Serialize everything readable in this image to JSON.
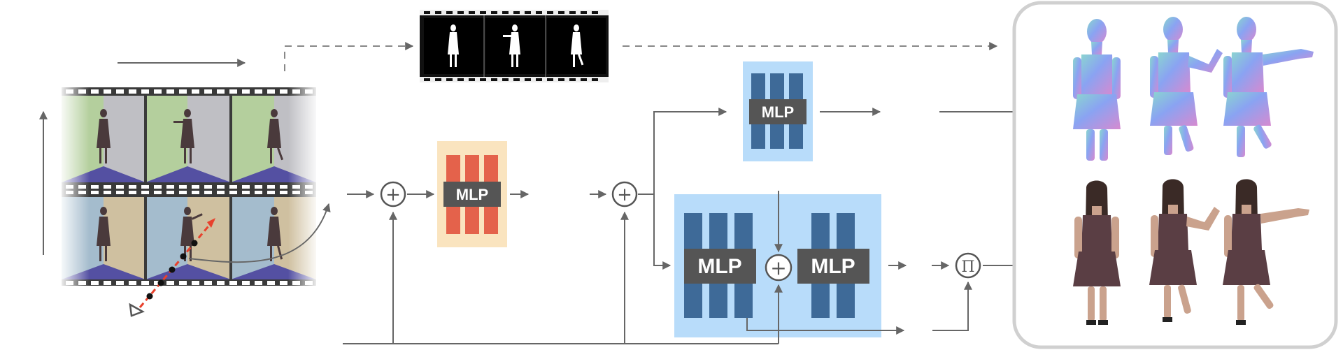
{
  "mlp_blocks": {
    "position_encoder": {
      "label": "MLP",
      "fill": "#fae4bf",
      "bar_color": "#e4624b"
    },
    "normal_branch": {
      "label": "MLP",
      "fill": "#b8dcfa",
      "bar_color": "#3e6a98"
    },
    "color_branch_a": {
      "label": "MLP",
      "fill": "#b8dcfa",
      "bar_color": "#3e6a98"
    },
    "color_branch_b": {
      "label": "MLP",
      "fill": "#b8dcfa",
      "bar_color": "#3e6a98"
    }
  },
  "operators": {
    "sum_1": "+",
    "sum_2": "+",
    "sum_3": "+",
    "product": "Π"
  },
  "colors": {
    "arrow": "#666666",
    "label_box": "#555555",
    "ray": "#e8412c",
    "film_frame": "#3a3a3a",
    "output_panel_border": "#d0d0d0",
    "cell_green": "#b4cf9d",
    "cell_gray": "#bfbfc4",
    "cell_blue": "#a4bccd",
    "cell_tan": "#cfc0a0",
    "floor": "#5450a2",
    "normal_map_pink": "#d68ad0",
    "normal_map_blue": "#8aa3f2",
    "normal_map_teal": "#8bd6cf",
    "rgb_dress": "#5a3e44",
    "rgb_skin": "#caa28d"
  },
  "icons": {
    "camera": "camera-icon",
    "silhouette_strip": "mask-filmstrip",
    "input_strip": "video-filmstrip"
  }
}
